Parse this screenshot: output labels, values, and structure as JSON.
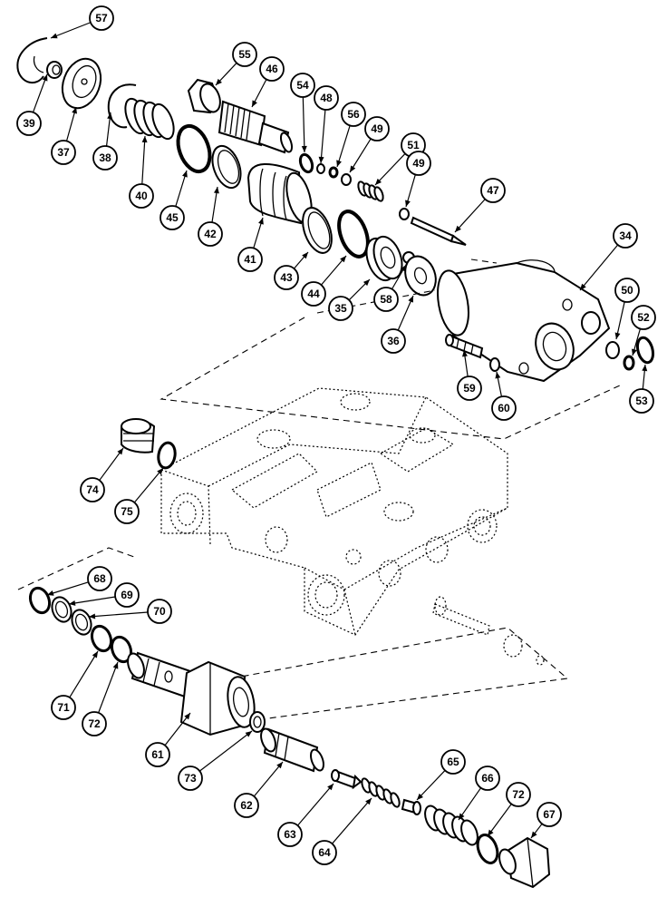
{
  "callouts": [
    {
      "label": "57"
    },
    {
      "label": "39"
    },
    {
      "label": "37"
    },
    {
      "label": "38"
    },
    {
      "label": "40"
    },
    {
      "label": "55"
    },
    {
      "label": "46"
    },
    {
      "label": "45"
    },
    {
      "label": "42"
    },
    {
      "label": "41"
    },
    {
      "label": "54"
    },
    {
      "label": "48"
    },
    {
      "label": "56"
    },
    {
      "label": "49"
    },
    {
      "label": "51"
    },
    {
      "label": "49"
    },
    {
      "label": "47"
    },
    {
      "label": "43"
    },
    {
      "label": "44"
    },
    {
      "label": "35"
    },
    {
      "label": "58"
    },
    {
      "label": "36"
    },
    {
      "label": "34"
    },
    {
      "label": "50"
    },
    {
      "label": "52"
    },
    {
      "label": "53"
    },
    {
      "label": "59"
    },
    {
      "label": "60"
    },
    {
      "label": "74"
    },
    {
      "label": "75"
    },
    {
      "label": "68"
    },
    {
      "label": "69"
    },
    {
      "label": "70"
    },
    {
      "label": "71"
    },
    {
      "label": "72"
    },
    {
      "label": "61"
    },
    {
      "label": "73"
    },
    {
      "label": "62"
    },
    {
      "label": "63"
    },
    {
      "label": "64"
    },
    {
      "label": "65"
    },
    {
      "label": "66"
    },
    {
      "label": "72"
    },
    {
      "label": "67"
    }
  ]
}
